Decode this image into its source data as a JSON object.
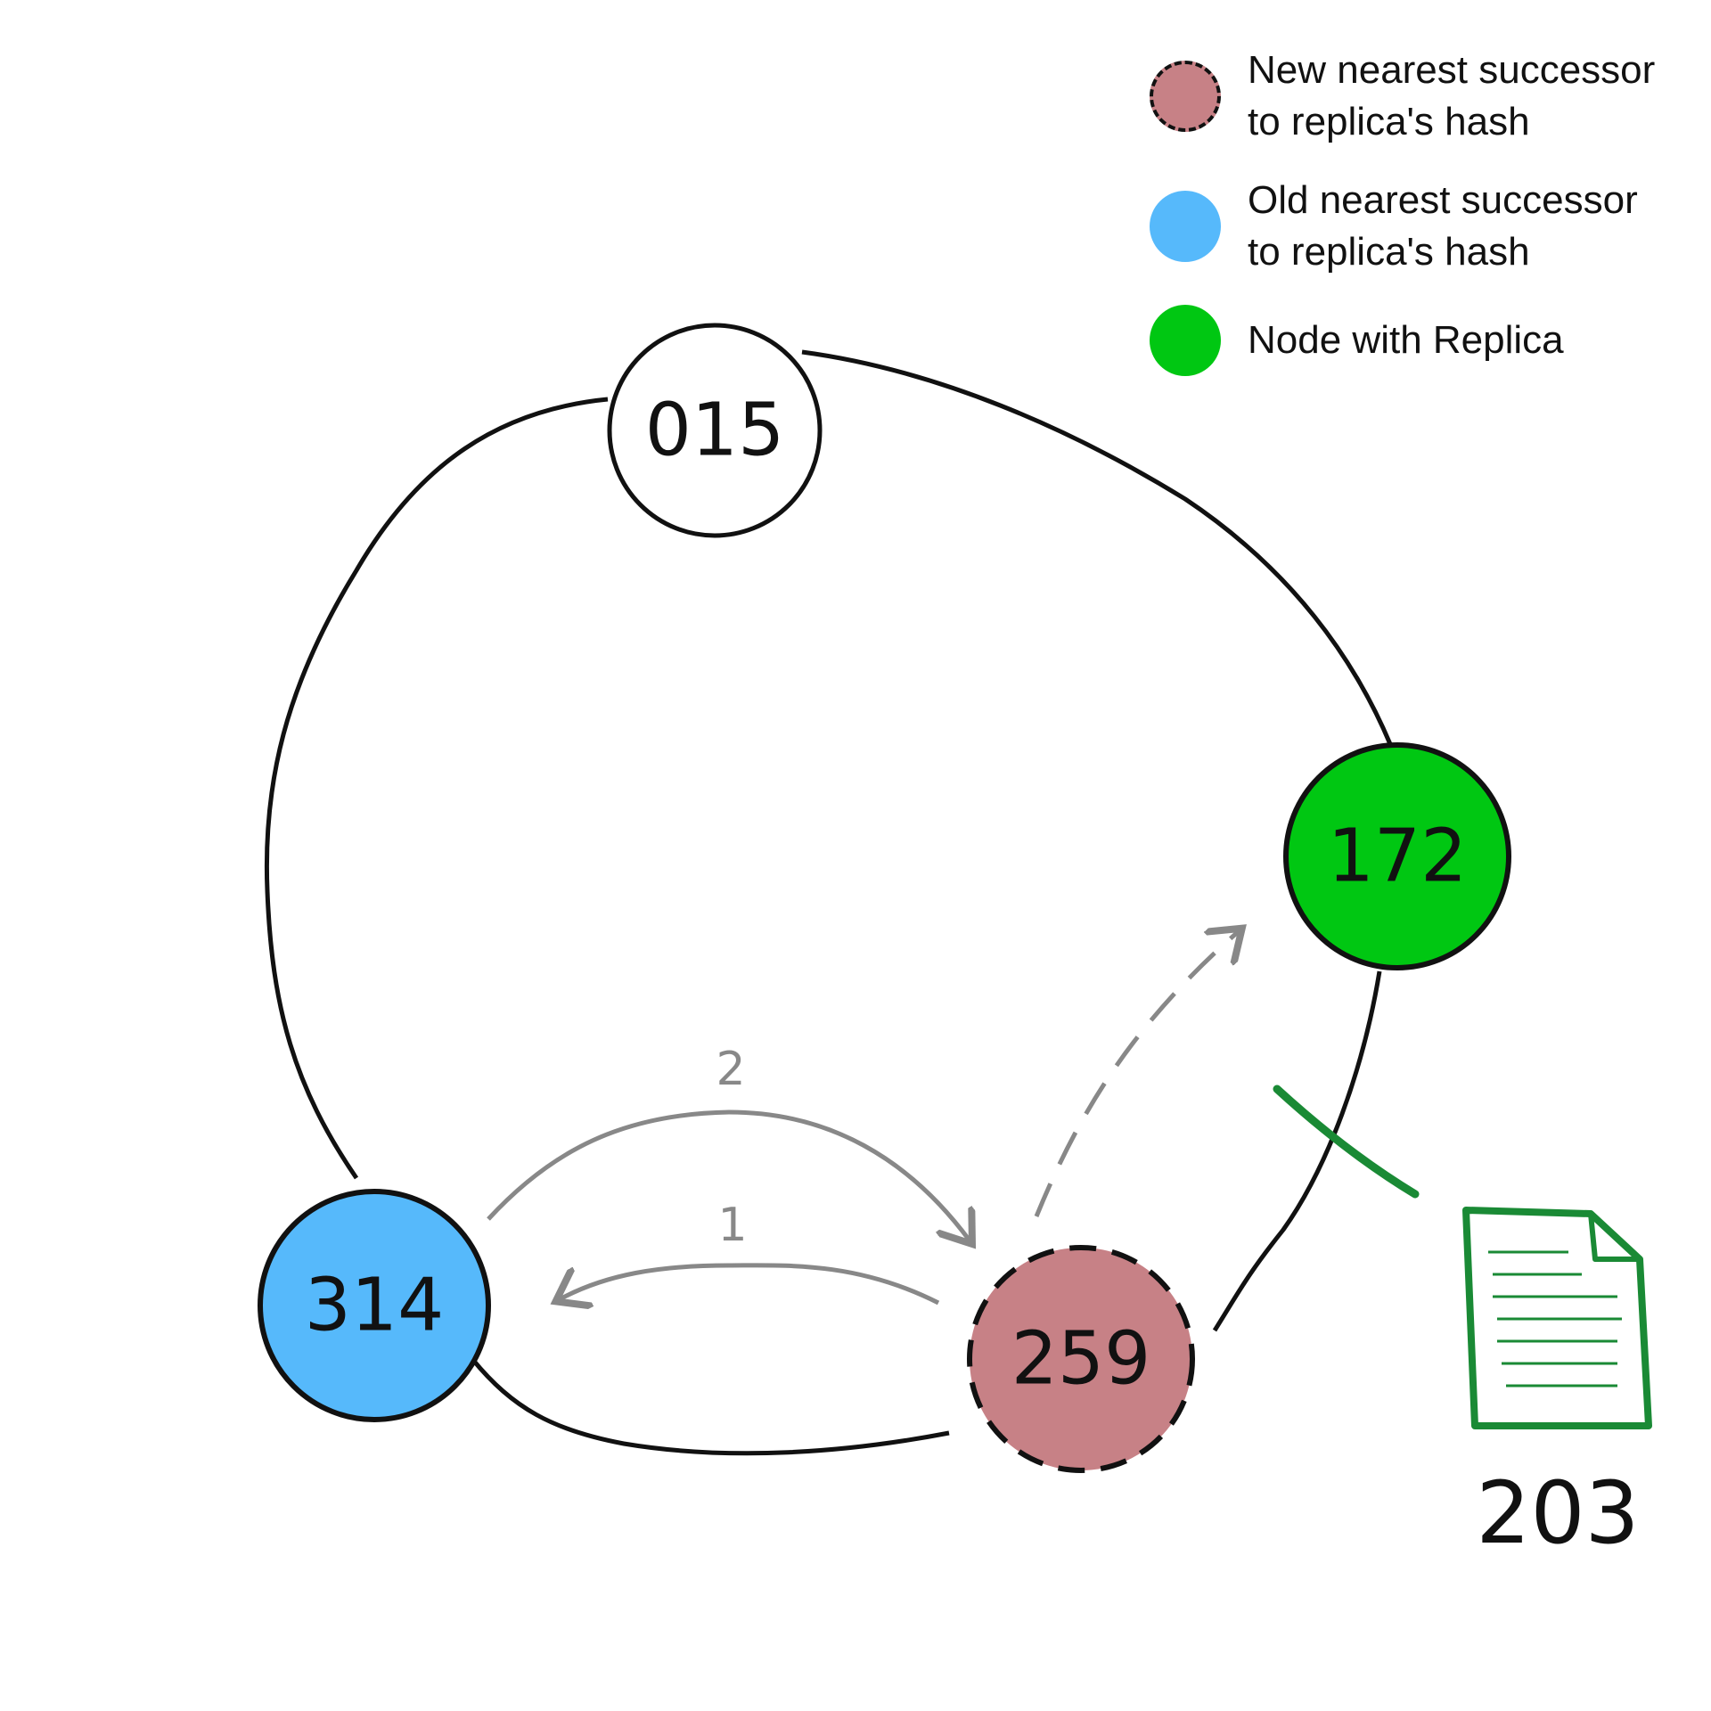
{
  "legend": {
    "new_successor": {
      "text": "New nearest successor\nto replica's hash",
      "color": "#c78186"
    },
    "old_successor": {
      "text": "Old nearest successor\nto replica's hash",
      "color": "#56b9fb"
    },
    "replica_node": {
      "text": "Node with Replica",
      "color": "#00c712"
    }
  },
  "nodes": {
    "n015": {
      "label": "015",
      "color": "#ffffff"
    },
    "n172": {
      "label": "172",
      "color": "#00c712"
    },
    "n259": {
      "label": "259",
      "color": "#c78186"
    },
    "n314": {
      "label": "314",
      "color": "#56b9fb"
    }
  },
  "arrows": {
    "step1": "1",
    "step2": "2"
  },
  "replica_doc": {
    "label": "203",
    "color": "#1a8a35"
  }
}
